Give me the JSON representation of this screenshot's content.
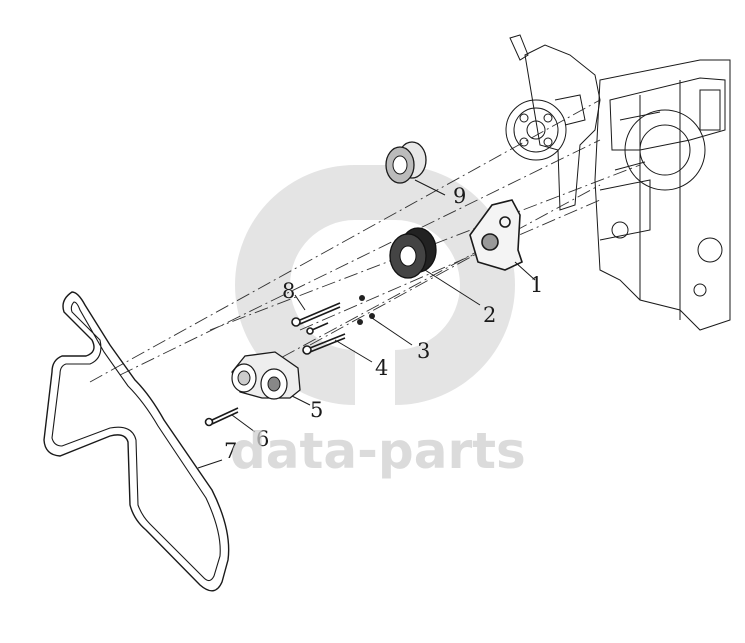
{
  "callouts": [
    "1",
    "2",
    "3",
    "4",
    "5",
    "6",
    "7",
    "8",
    "9"
  ],
  "watermark": {
    "text": "data-parts",
    "color": "#c8c8c8"
  }
}
